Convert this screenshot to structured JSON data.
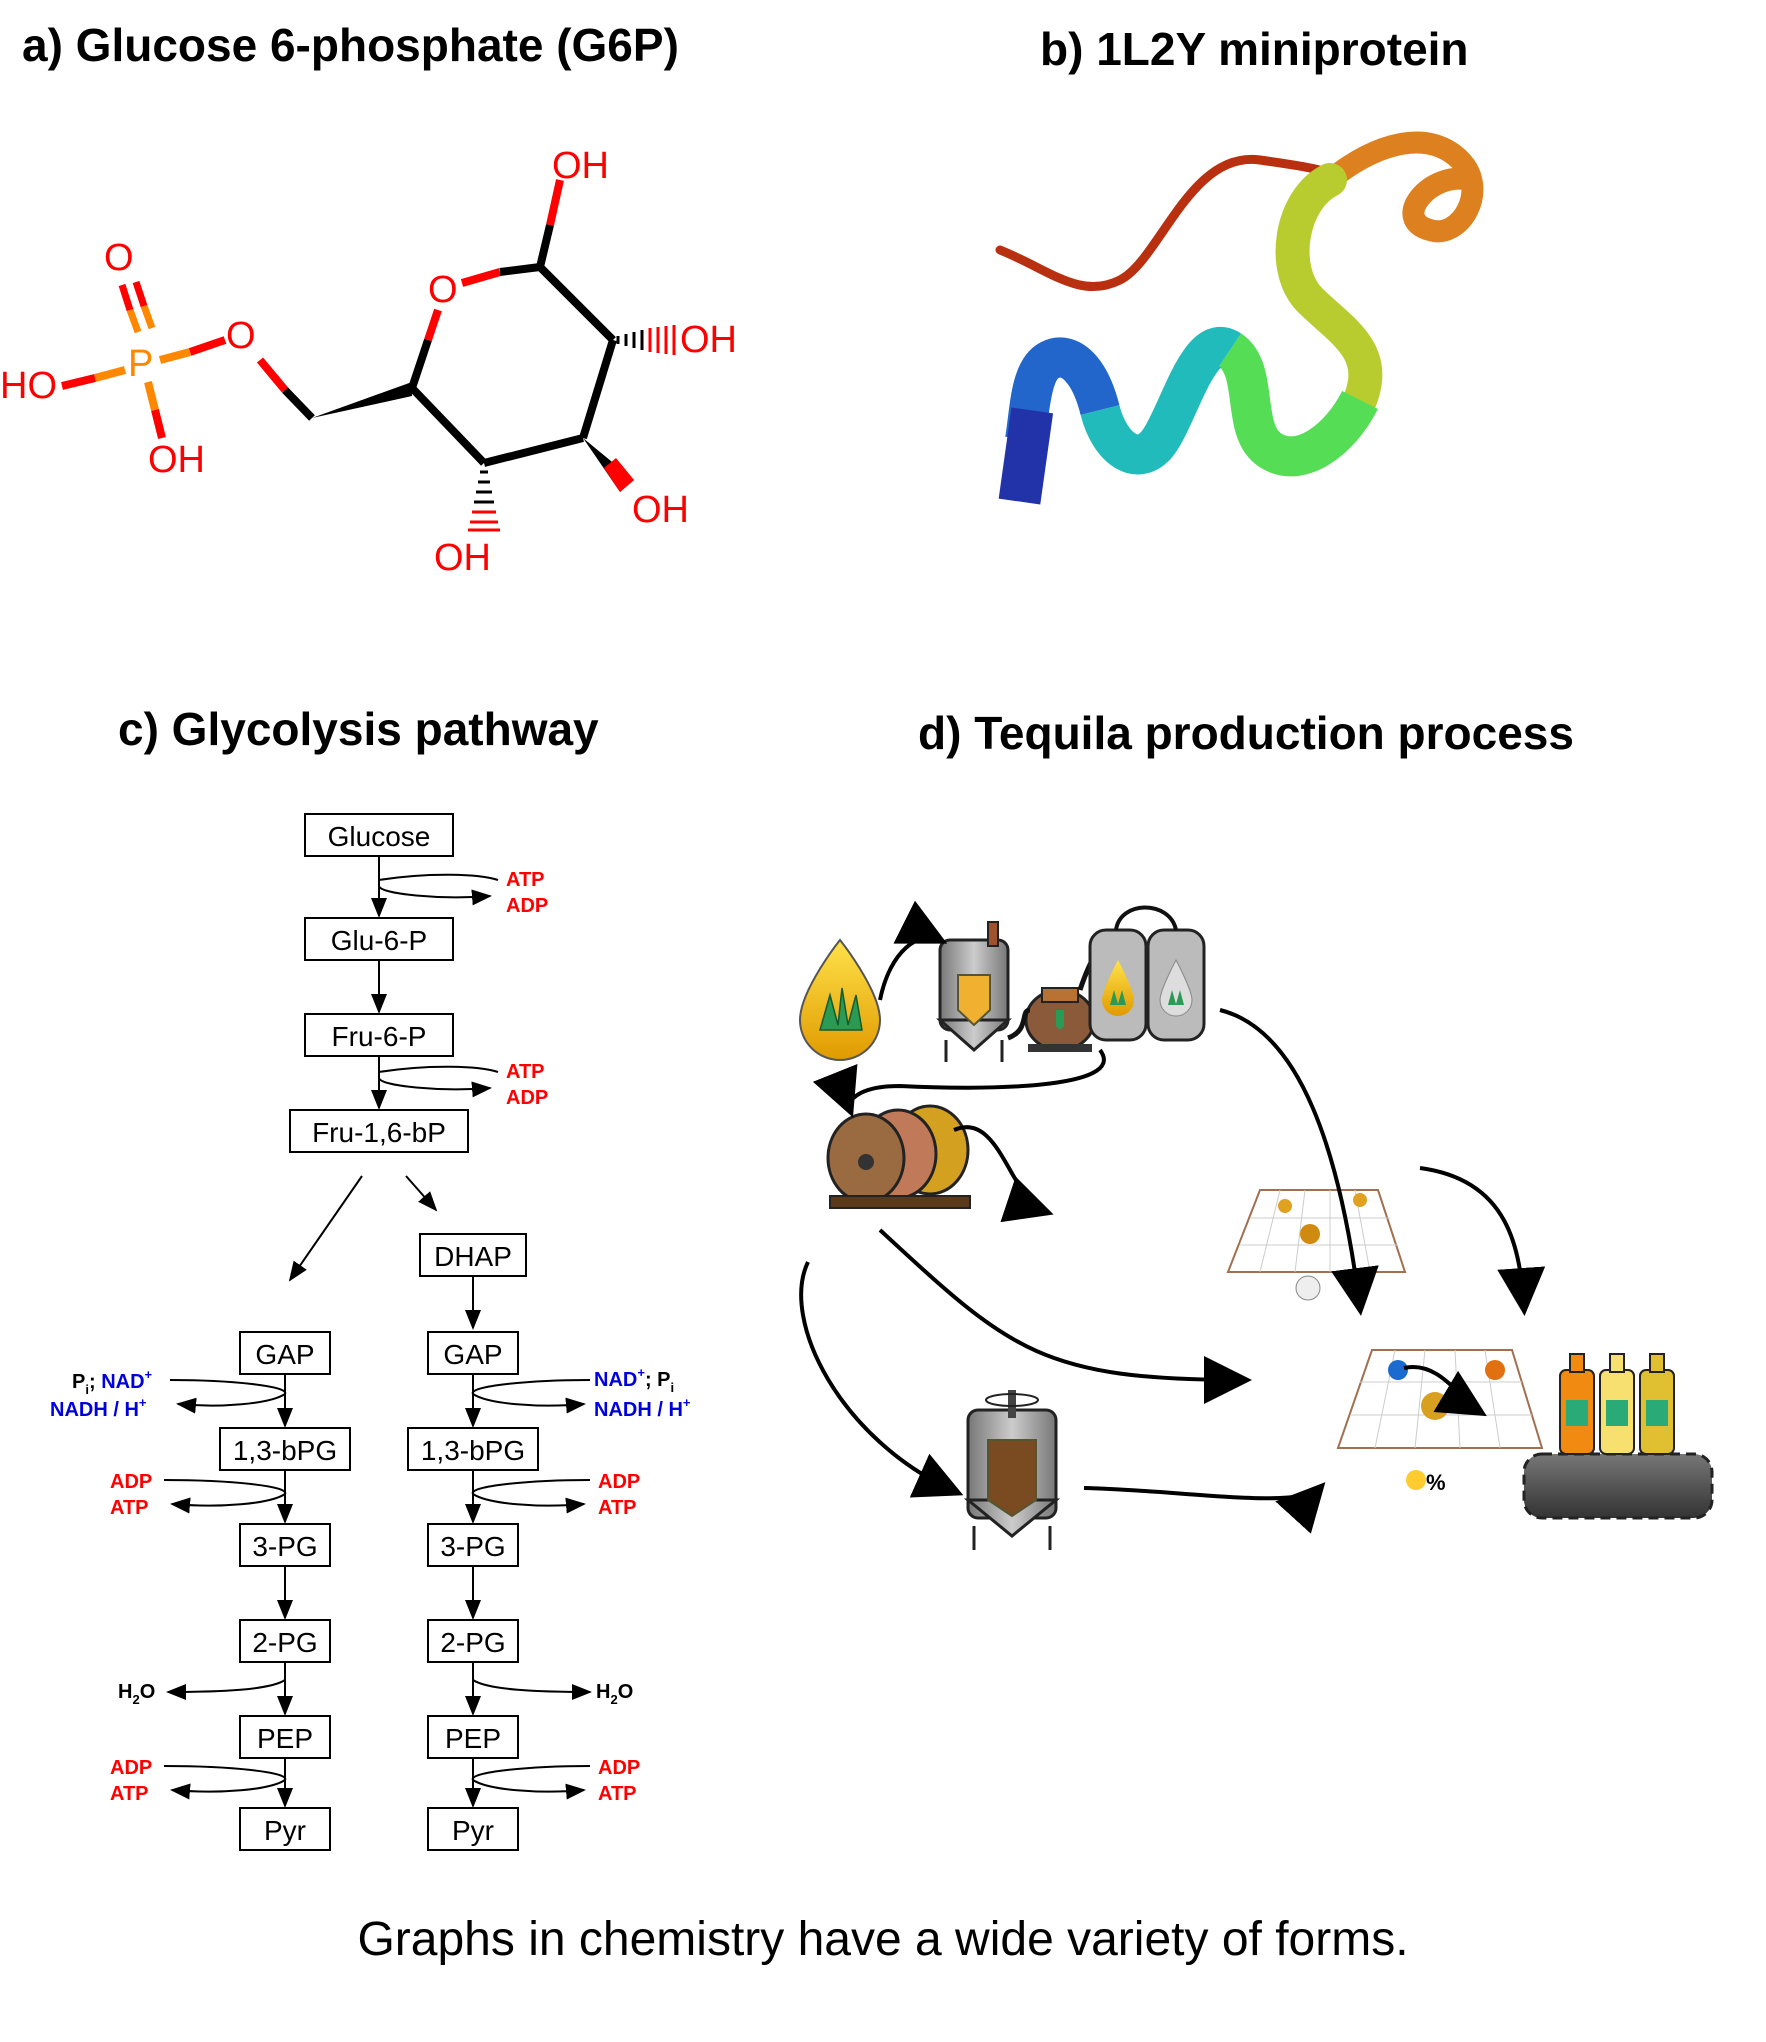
{
  "panels": {
    "a": {
      "title": "a) Glucose 6-phosphate (G6P)"
    },
    "b": {
      "title": "b) 1L2Y miniprotein"
    },
    "c": {
      "title": "c) Glycolysis pathway"
    },
    "d": {
      "title": "d) Tequila production process"
    }
  },
  "molecule": {
    "labels": {
      "oh_top": "OH",
      "oh_right": "OH",
      "oh_lower_right": "OH",
      "oh_bottom": "OH",
      "ring_o": "O",
      "ester_o": "O",
      "p": "P",
      "p_o": "O",
      "ho_left": "HO",
      "oh_p": "OH"
    },
    "colors": {
      "oxygen": "#ff0000",
      "phosphorus": "#ff8800",
      "bond": "#000000"
    }
  },
  "protein": {
    "gradient": [
      "#2233aa",
      "#22aadd",
      "#33dd66",
      "#aadd33",
      "#dda020",
      "#cc5510",
      "#bb2200"
    ]
  },
  "glycolysis": {
    "nodes": {
      "glucose": "Glucose",
      "glu6p": "Glu-6-P",
      "fru6p": "Fru-6-P",
      "fru16bp": "Fru-1,6-bP",
      "dhap": "DHAP",
      "gap_l": "GAP",
      "gap_r": "GAP",
      "bpg_l": "1,3-bPG",
      "bpg_r": "1,3-bPG",
      "pg3_l": "3-PG",
      "pg3_r": "3-PG",
      "pg2_l": "2-PG",
      "pg2_r": "2-PG",
      "pep_l": "PEP",
      "pep_r": "PEP",
      "pyr_l": "Pyr",
      "pyr_r": "Pyr"
    },
    "cofactors": {
      "atp": "ATP",
      "adp": "ADP",
      "nad": "NAD",
      "nadh": "NADH / H",
      "pi": "P",
      "pi_sub": "i",
      "plus": "+",
      "sep": "; ",
      "h2o_h": "H",
      "h2o_2": "2",
      "h2o_o": "O"
    },
    "colors": {
      "energy": "#ff0000",
      "redox": "#0000dd"
    }
  },
  "tequila": {
    "percent_label": "%",
    "colors": {
      "agave": "#f0b400",
      "barrel": "#8b5a2b",
      "steel": "#888888",
      "belt": "#555555"
    }
  },
  "caption": "Graphs in chemistry have a wide variety of forms."
}
